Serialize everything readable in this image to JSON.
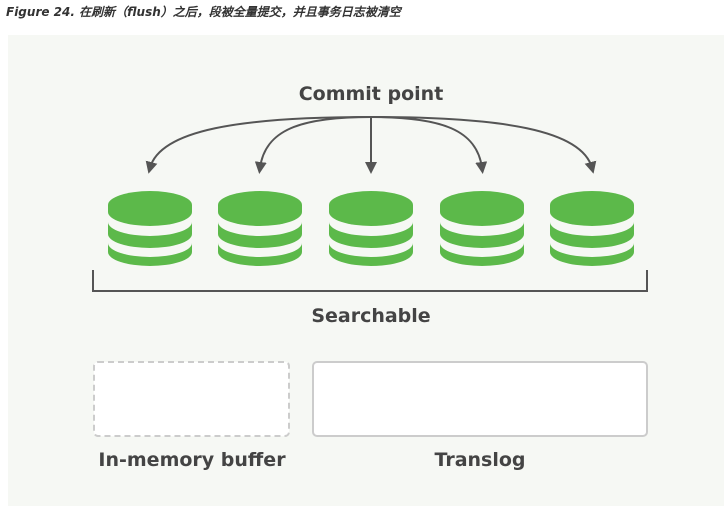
{
  "caption": "Figure 24. 在刷新（flush）之后，段被全量提交，并且事务日志被清空",
  "diagram": {
    "commit_point_label": "Commit point",
    "searchable_label": "Searchable",
    "in_memory_buffer_label": "In-memory buffer",
    "translog_label": "Translog",
    "segment_count": 5,
    "colors": {
      "segment_green": "#5cb94a",
      "background": "#f6f8f4",
      "line": "#555555",
      "text": "#444444",
      "box_border": "#cccccc",
      "dashed_border": "#cccccc"
    }
  }
}
